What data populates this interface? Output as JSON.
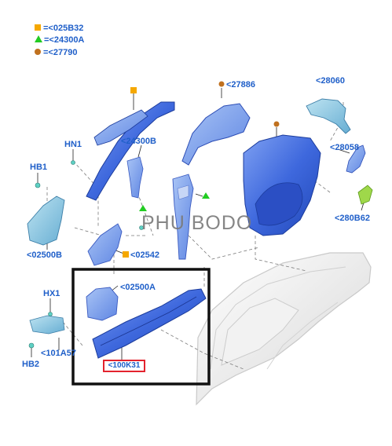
{
  "legend": [
    {
      "marker": "square-marker-icon",
      "color": "#f5a800",
      "text": "=<025B32"
    },
    {
      "marker": "triangle-marker-icon",
      "color": "#22cc22",
      "text": "=<24300A"
    },
    {
      "marker": "circle-marker-icon",
      "color": "#c0711f",
      "text": "=<27790"
    }
  ],
  "labels": {
    "l27886": "<27886",
    "l28060": "<28060",
    "lHN1": "HN1",
    "l24300B": "<24300B",
    "lHB1": "HB1",
    "l28058": "<28058",
    "l280B62": "<280B62",
    "l02500B": "<02500B",
    "l02542": "<02542",
    "l02500A": "<02500A",
    "lHX1": "HX1",
    "l101A57": "<101A57",
    "lHB2": "HB2",
    "l100K31": "<100K31"
  },
  "watermark": "PHU BODO",
  "colors": {
    "part_blue": "#3f6fe0",
    "label_blue": "#1f5fc9",
    "highlight_red": "#e3232e",
    "frame": "#111111"
  }
}
